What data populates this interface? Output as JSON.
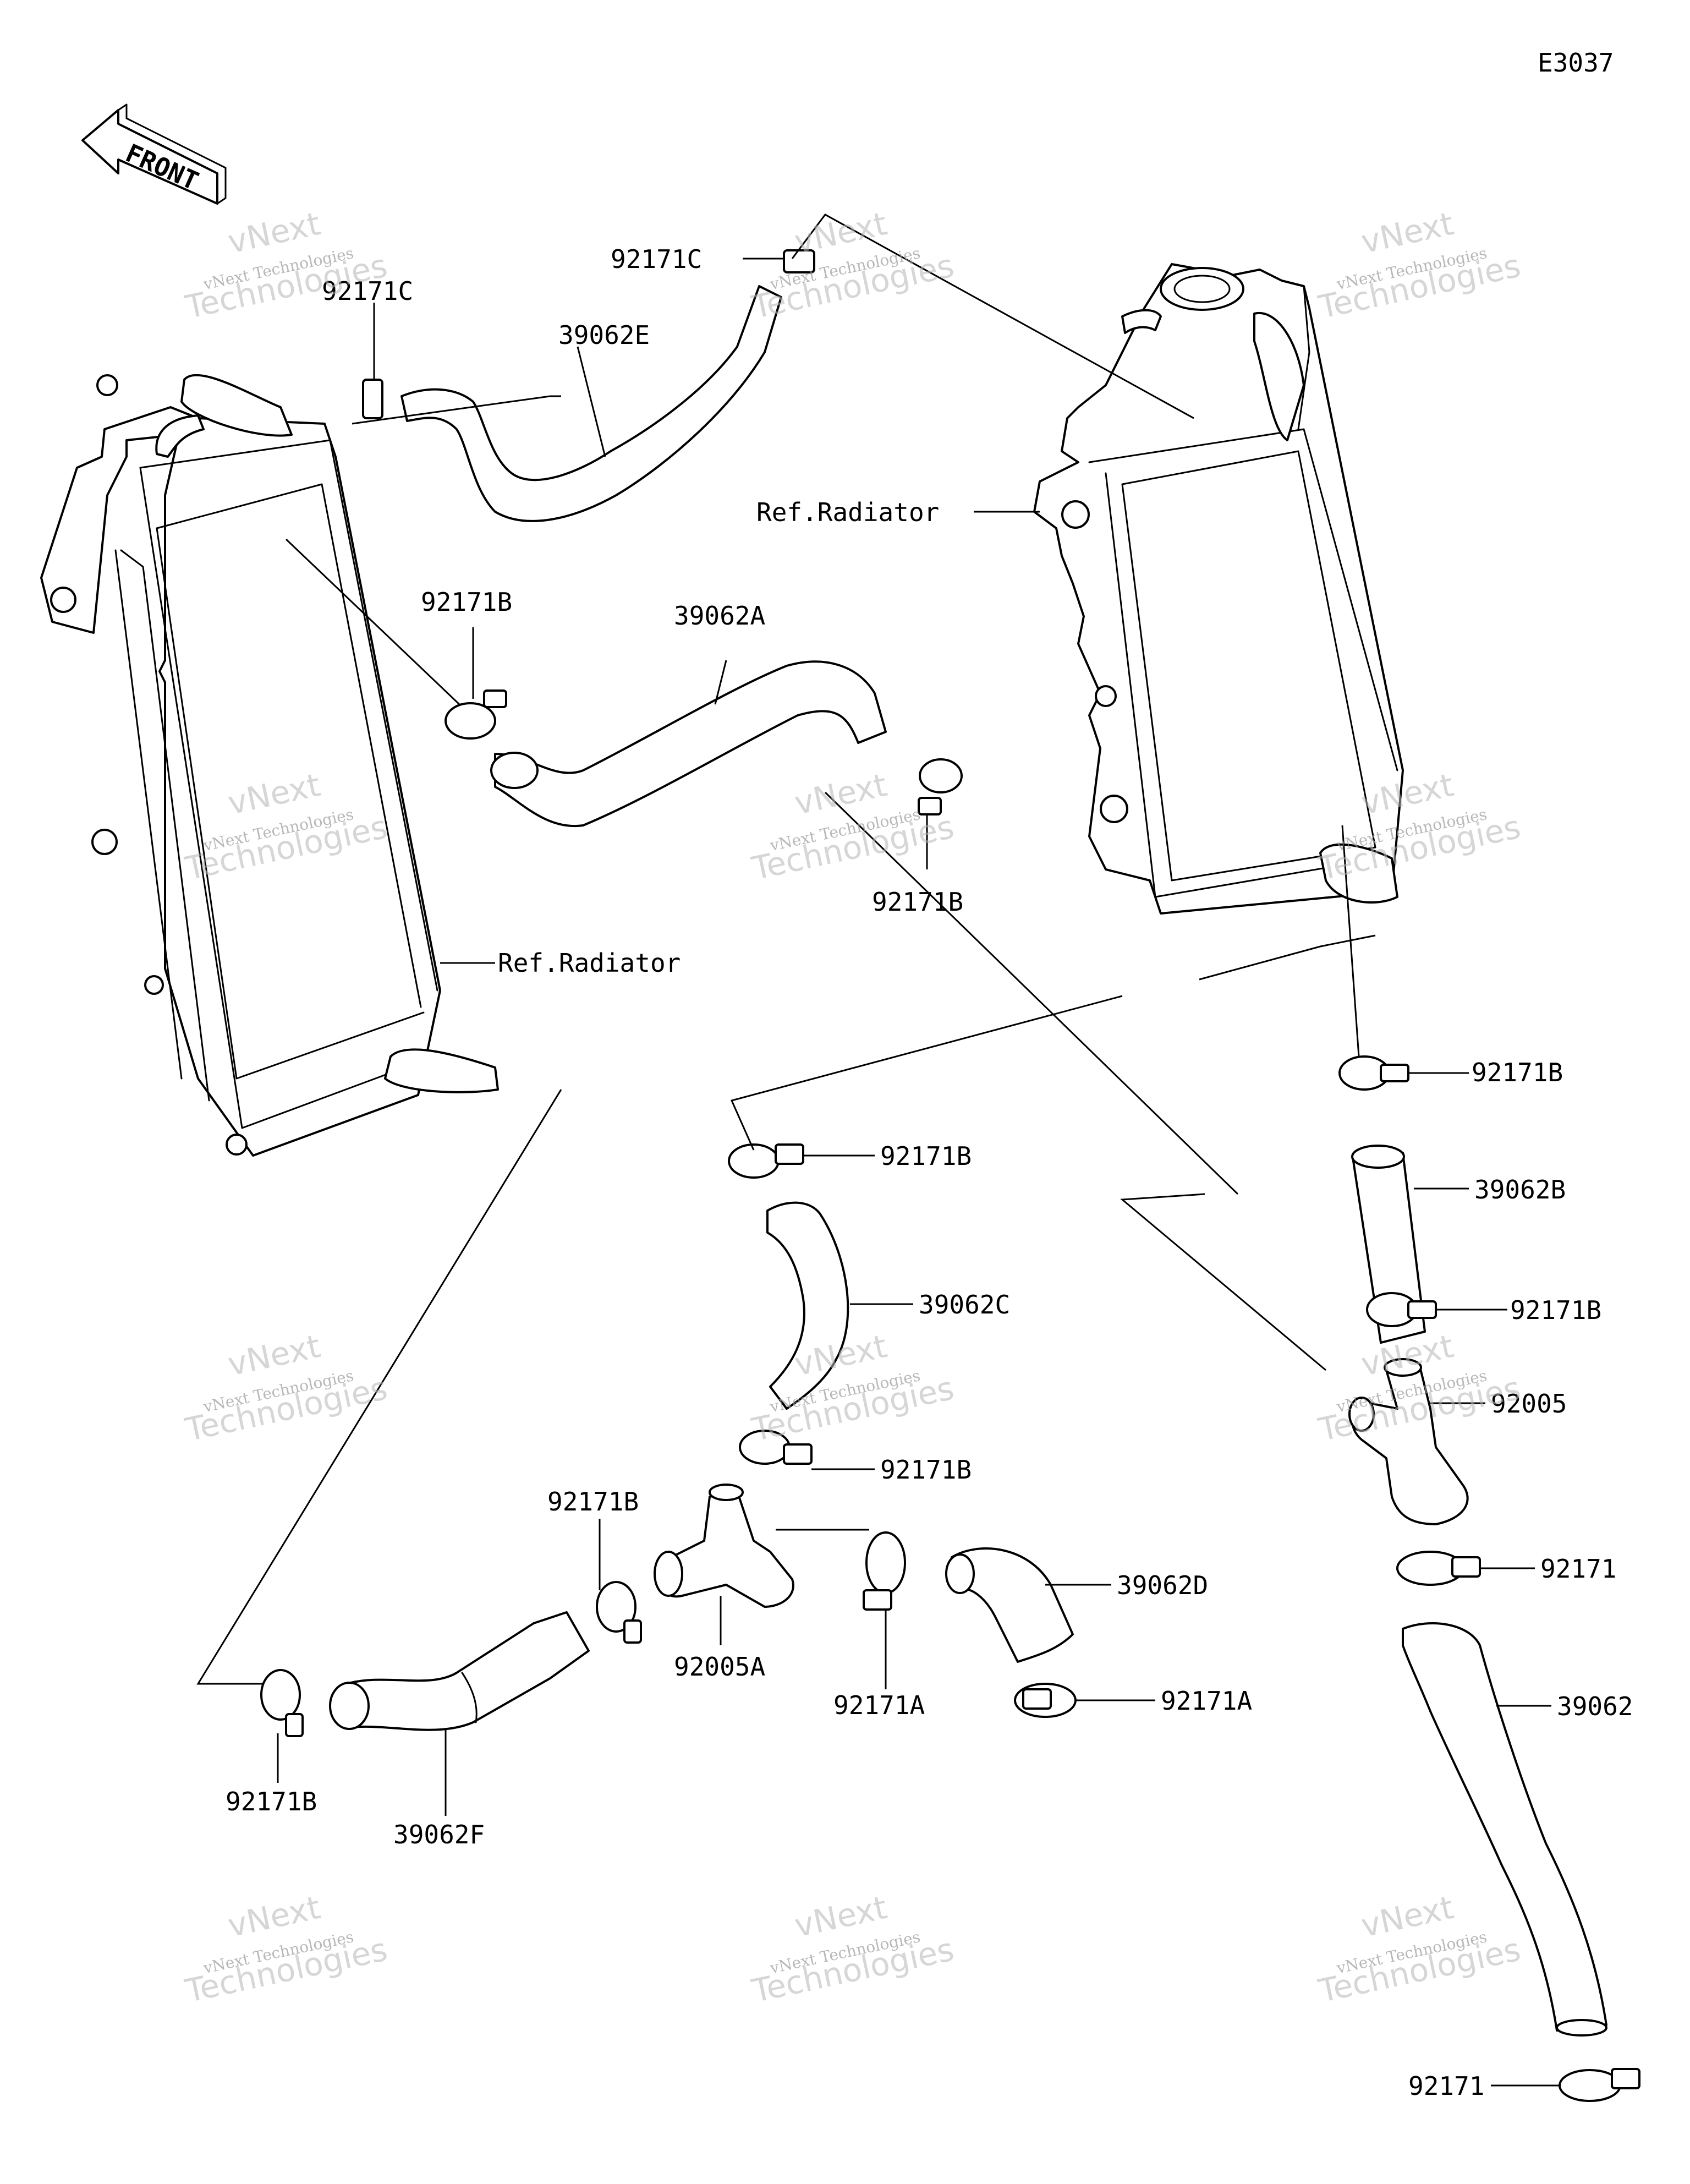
{
  "diagram_code": "E3037",
  "front_label": "FRONT",
  "watermark": {
    "line1": "vNext",
    "line2": "vNext Technologies",
    "line3": "Technologies"
  },
  "labels": {
    "p_92171C_top": "92171C",
    "p_92171C_left": "92171C",
    "p_39062E": "39062E",
    "ref_radiator_right": "Ref.Radiator",
    "p_92171B_upper_left": "92171B",
    "p_39062A": "39062A",
    "p_92171B_mid": "92171B",
    "ref_radiator_left": "Ref.Radiator",
    "p_92171B_right1": "92171B",
    "p_92171B_center1": "92171B",
    "p_39062B": "39062B",
    "p_39062C": "39062C",
    "p_92171B_right2": "92171B",
    "p_92005": "92005",
    "p_92171B_center2": "92171B",
    "p_92171B_lower": "92171B",
    "p_92171_right": "92171",
    "p_39062D": "39062D",
    "p_92005A": "92005A",
    "p_92171A_left": "92171A",
    "p_92171A_right": "92171A",
    "p_39062": "39062",
    "p_92171B_bottom": "92171B",
    "p_39062F": "39062F",
    "p_92171_bottom": "92171"
  }
}
